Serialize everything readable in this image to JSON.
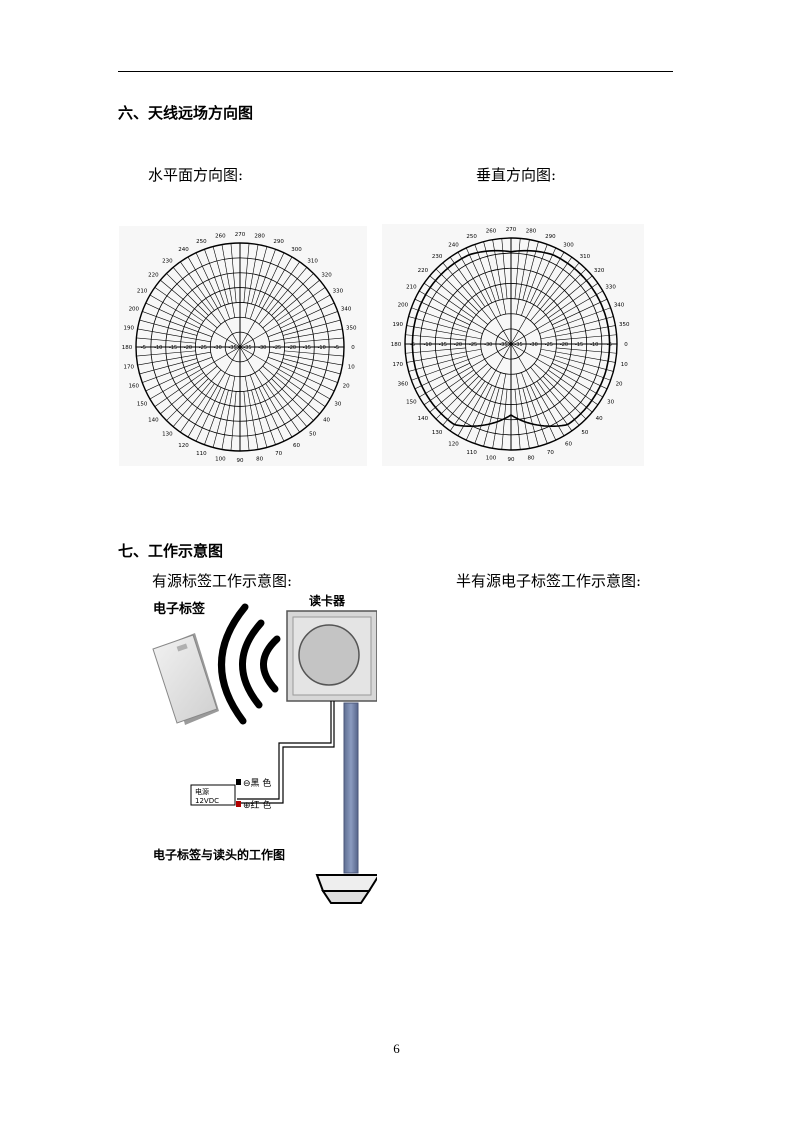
{
  "section6": {
    "title": "六、天线远场方向图",
    "horizontal_caption": "水平面方向图:",
    "vertical_caption": "垂直方向图:"
  },
  "polar_plot": {
    "db_rings": [
      "-5",
      "-10",
      "-15",
      "-20",
      "-25",
      "-30",
      "-35"
    ],
    "angle_labels_horizontal": [
      "0",
      "10",
      "20",
      "30",
      "40",
      "50",
      "60",
      "70",
      "80",
      "90",
      "100",
      "110",
      "120",
      "130",
      "140",
      "150",
      "160",
      "170",
      "180",
      "190",
      "200",
      "210",
      "220",
      "230",
      "240",
      "250",
      "260",
      "270",
      "280",
      "290",
      "300",
      "310",
      "320",
      "330",
      "340",
      "350"
    ],
    "angle_labels_vertical": [
      "0",
      "10",
      "20",
      "30",
      "40",
      "50",
      "60",
      "70",
      "80",
      "90",
      "100",
      "110",
      "120",
      "130",
      "140",
      "150",
      "360",
      "170",
      "180",
      "190",
      "200",
      "210",
      "220",
      "230",
      "240",
      "250",
      "260",
      "270",
      "280",
      "290",
      "300",
      "310",
      "320",
      "330",
      "340",
      "350"
    ]
  },
  "section7": {
    "title": "七、工作示意图",
    "active_caption": "有源标签工作示意图:",
    "semi_active_caption": "半有源电子标签工作示意图:"
  },
  "diagram": {
    "tag_label": "电子标签",
    "reader_label": "读卡器",
    "power_label_1": "电源",
    "power_label_2": "12VDC",
    "wire_black": "⊖黑 色",
    "wire_red": "⊕红 色",
    "caption": "电子标签与读头的工作图"
  },
  "page_number": "6"
}
